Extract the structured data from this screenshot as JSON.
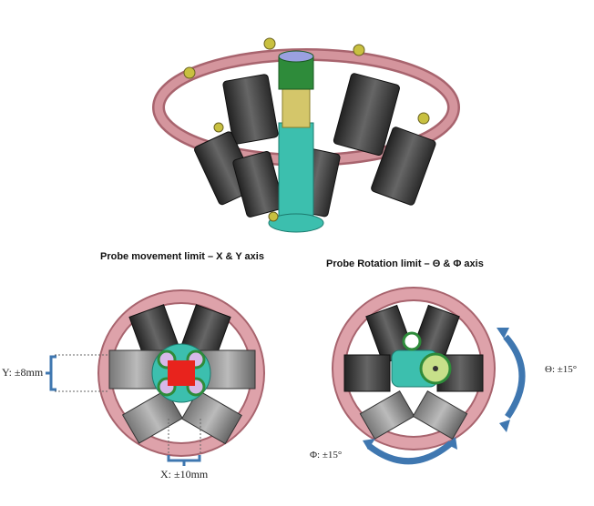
{
  "titles": {
    "left": "Probe movement limit – X & Y axis",
    "right": "Probe Rotation limit – Θ & Φ axis"
  },
  "labels": {
    "y_limit": "Y: ±8mm",
    "x_limit": "X: ±10mm",
    "theta_limit": "Θ: ±15°",
    "phi_limit": "Φ: ±15°"
  },
  "colors": {
    "ring": "#c98890",
    "probe": "#3cbfae",
    "arrow": "#3f77b0",
    "target": "#e8231d",
    "motor": "#3a3a3a"
  }
}
